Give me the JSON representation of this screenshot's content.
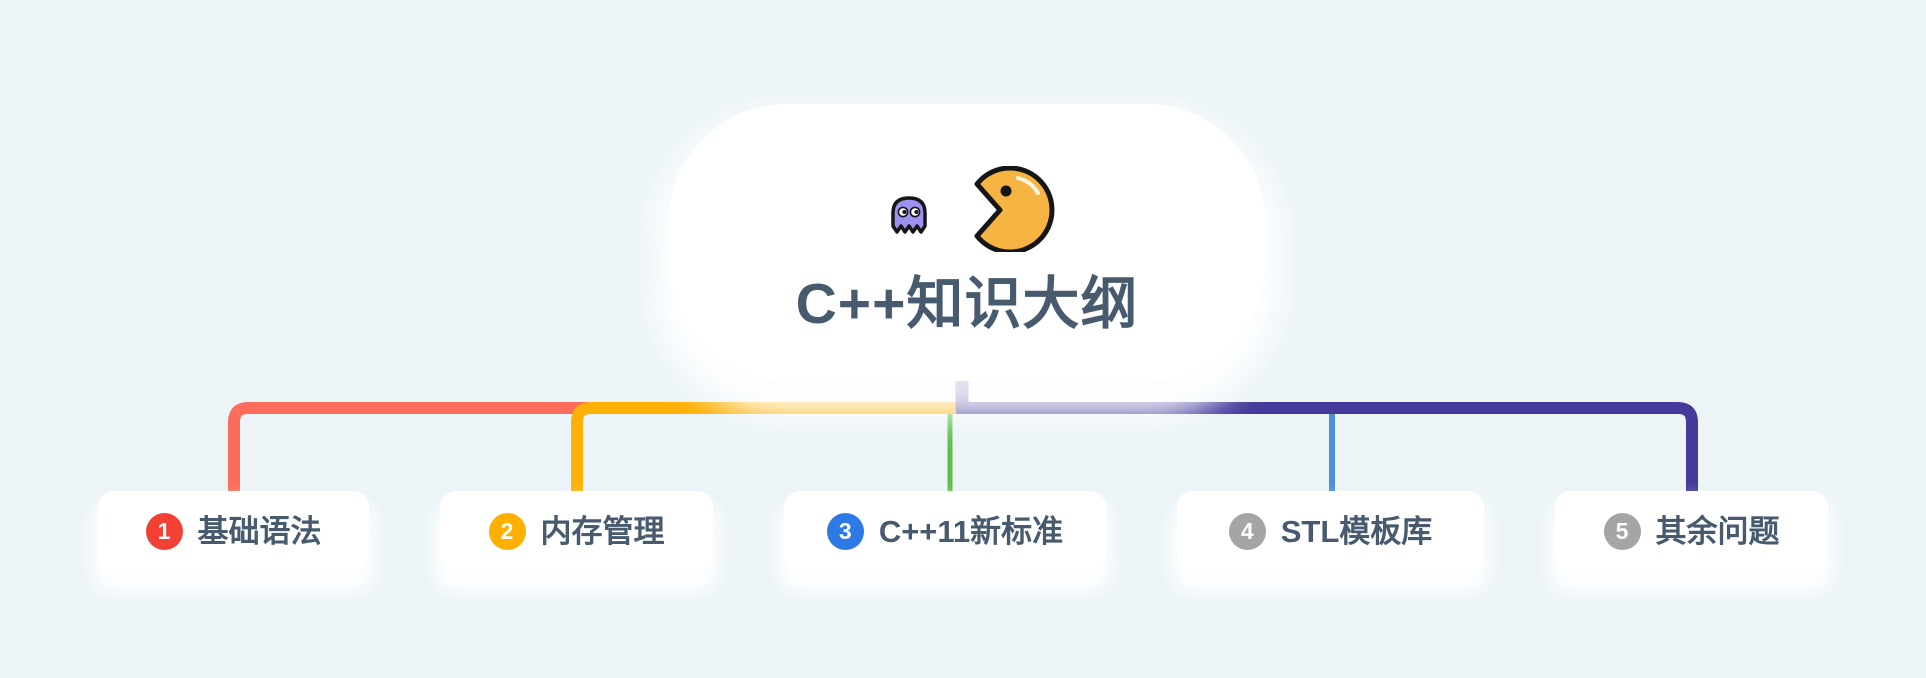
{
  "background_color": "#ECF4F8",
  "root": {
    "title": "C++知识大纲",
    "icon": "pacman-eating-ghost",
    "text_color": "#475A6E",
    "trunk_color": "#45399A"
  },
  "topics": [
    {
      "number": "1",
      "label": "基础语法",
      "badge_color": "#F04134",
      "line_color": "#FB6C5B"
    },
    {
      "number": "2",
      "label": "内存管理",
      "badge_color": "#FFAF00",
      "line_color": "#FDB107"
    },
    {
      "number": "3",
      "label": "C++11新标准",
      "badge_color": "#2D79E6",
      "line_color": "#5FBE49"
    },
    {
      "number": "4",
      "label": "STL模板库",
      "badge_color": "#A5A5A5",
      "line_color": "#4C8EE0"
    },
    {
      "number": "5",
      "label": "其余问题",
      "badge_color": "#A5A5A5",
      "line_color": "#45399A"
    }
  ]
}
